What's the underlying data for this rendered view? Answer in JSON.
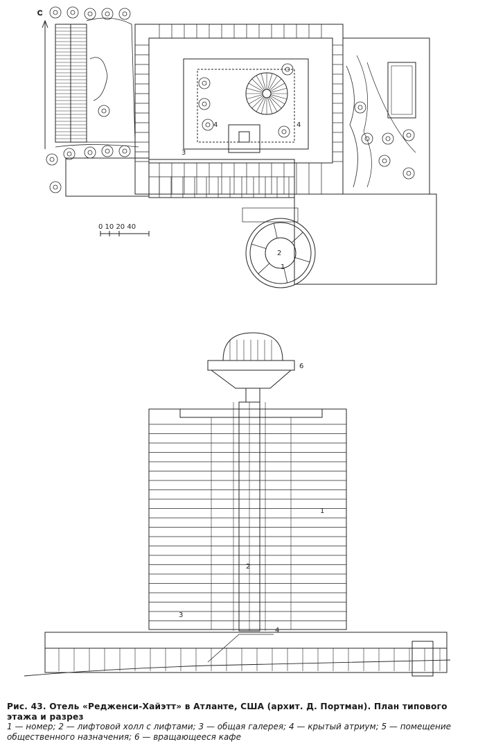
{
  "figure": {
    "caption_title": "Рис. 43. Отель «Редженси-Хайэтт» в Атланте, США (архит. Д. Портман). План типового этажа и разрез",
    "legend": "1 — номер; 2 — лифтовой холл с лифтами; 3 — общая галерея; 4 — крытый атриум; 5 — помещение общественного назначения; 6 — вращающееся кафе"
  },
  "plan": {
    "north_label": "С",
    "scale_label": "0 10 20   40",
    "markers": [
      "3",
      "4",
      "4",
      "2",
      "1"
    ]
  },
  "section": {
    "markers": [
      "6",
      "1",
      "2",
      "3",
      "4"
    ]
  }
}
